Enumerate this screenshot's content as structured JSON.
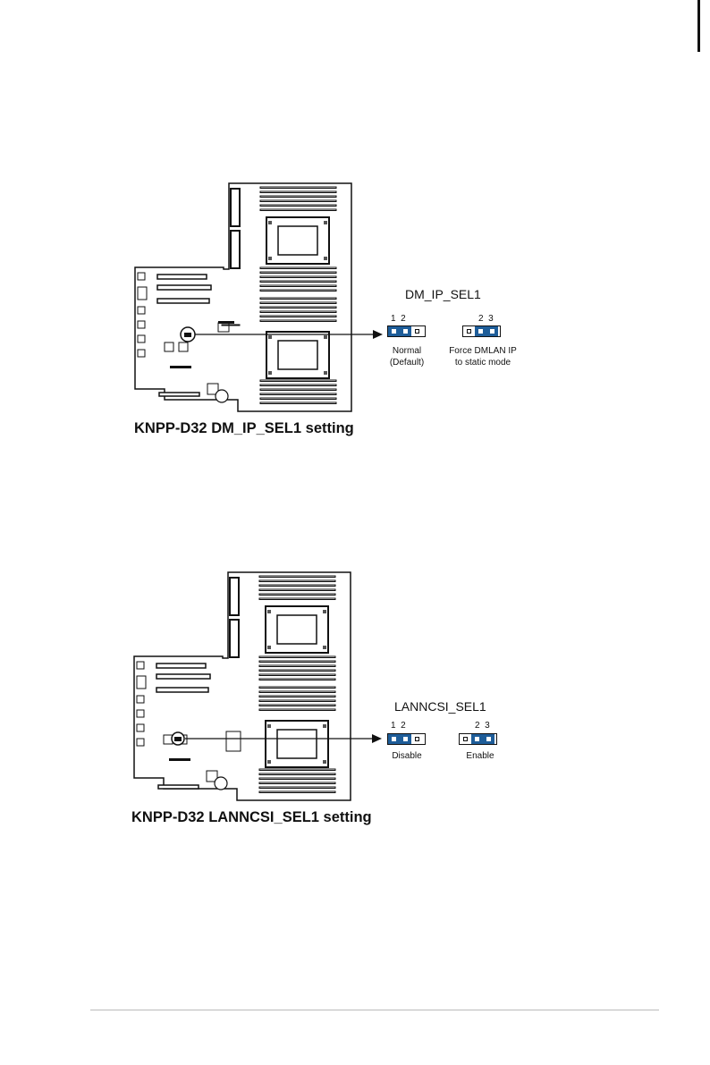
{
  "diagram1": {
    "header": "DM_IP_SEL1",
    "pins_left": "1  2",
    "pins_right": "2  3",
    "option1": [
      "Normal",
      "(Default)"
    ],
    "option2": [
      "Force DMLAN IP",
      "to static mode"
    ],
    "caption": "KNPP-D32 DM_IP_SEL1 setting"
  },
  "diagram2": {
    "header": "LANNCSI_SEL1",
    "pins_left": "1  2",
    "pins_right": "2  3",
    "option1": [
      "Disable"
    ],
    "option2": [
      "Enable"
    ],
    "caption": "KNPP-D32 LANNCSI_SEL1 setting"
  },
  "colors": {
    "jumper_cap": "#1e5d99",
    "line": "#111111"
  }
}
